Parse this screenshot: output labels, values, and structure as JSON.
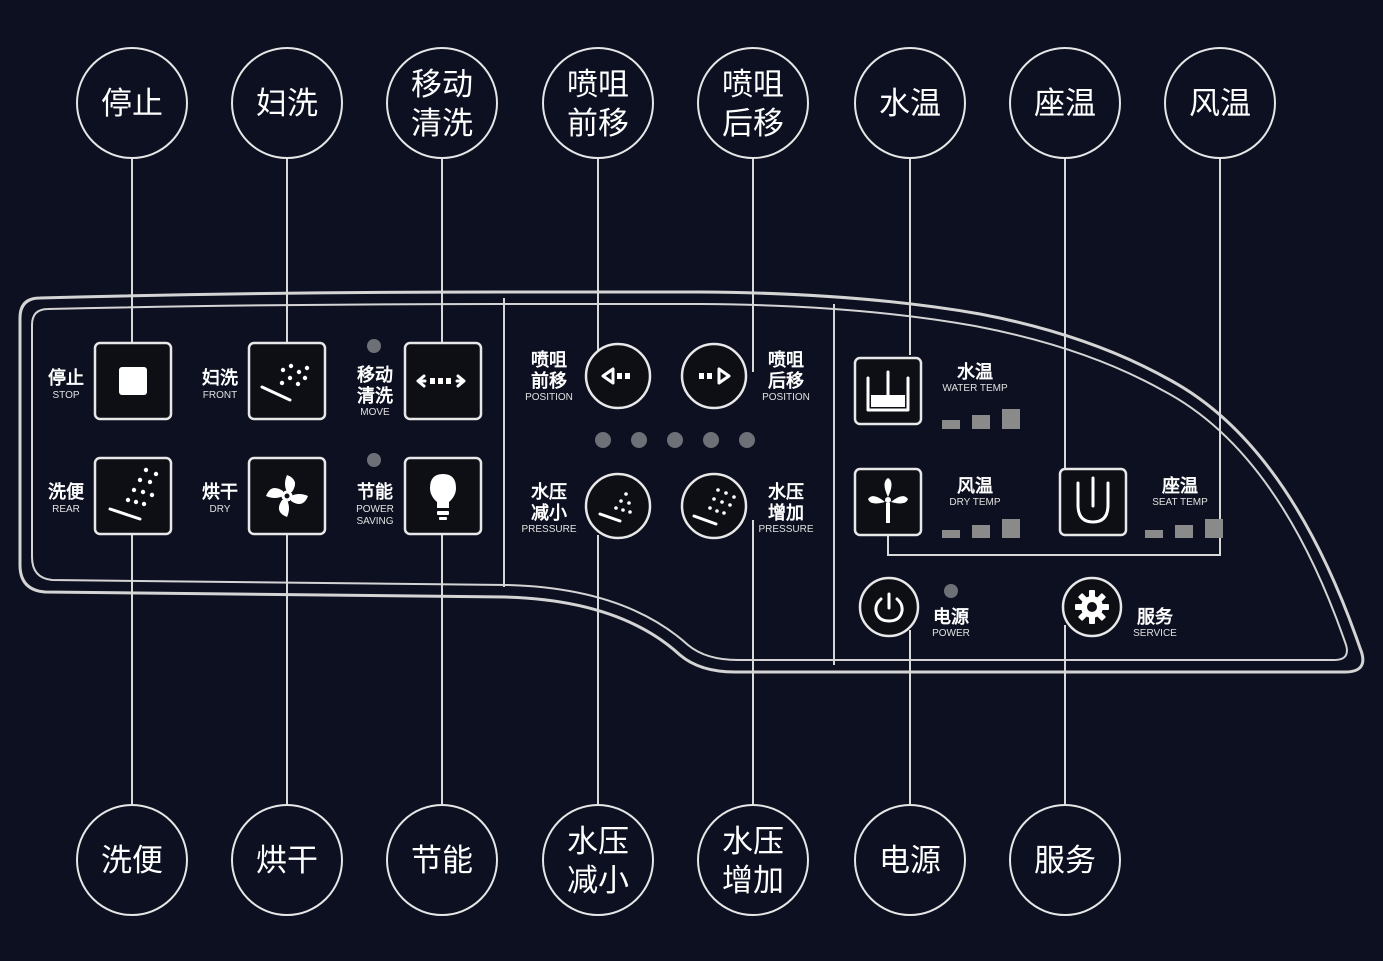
{
  "callouts_top": [
    {
      "id": "stop",
      "lines": [
        "停止"
      ]
    },
    {
      "id": "front",
      "lines": [
        "妇洗"
      ]
    },
    {
      "id": "move",
      "lines": [
        "移动",
        "清洗"
      ]
    },
    {
      "id": "nozzle-forward",
      "lines": [
        "喷咀",
        "前移"
      ]
    },
    {
      "id": "nozzle-back",
      "lines": [
        "喷咀",
        "后移"
      ]
    },
    {
      "id": "water-temp",
      "lines": [
        "水温"
      ]
    },
    {
      "id": "seat-temp",
      "lines": [
        "座温"
      ]
    },
    {
      "id": "dry-temp",
      "lines": [
        "风温"
      ]
    }
  ],
  "callouts_bottom": [
    {
      "id": "rear",
      "lines": [
        "洗便"
      ]
    },
    {
      "id": "dry",
      "lines": [
        "烘干"
      ]
    },
    {
      "id": "power-saving",
      "lines": [
        "节能"
      ]
    },
    {
      "id": "pressure-down",
      "lines": [
        "水压",
        "减小"
      ]
    },
    {
      "id": "pressure-up",
      "lines": [
        "水压",
        "增加"
      ]
    },
    {
      "id": "power",
      "lines": [
        "电源"
      ]
    },
    {
      "id": "service",
      "lines": [
        "服务"
      ]
    }
  ],
  "panel": {
    "buttons": [
      {
        "id": "stop",
        "icon": "stop-square-icon",
        "cn": [
          "停止"
        ],
        "en": [
          "STOP"
        ]
      },
      {
        "id": "front",
        "icon": "front-wash-icon",
        "cn": [
          "妇洗"
        ],
        "en": [
          "FRONT"
        ]
      },
      {
        "id": "move",
        "icon": "move-arrows-icon",
        "cn": [
          "移动",
          "清洗"
        ],
        "en": [
          "MOVE"
        ]
      },
      {
        "id": "rear",
        "icon": "rear-wash-icon",
        "cn": [
          "洗便"
        ],
        "en": [
          "REAR"
        ]
      },
      {
        "id": "dry",
        "icon": "fan-swirl-icon",
        "cn": [
          "烘干"
        ],
        "en": [
          "DRY"
        ]
      },
      {
        "id": "power-saving",
        "icon": "lightbulb-icon",
        "cn": [
          "节能"
        ],
        "en": [
          "POWER",
          "SAVING"
        ]
      },
      {
        "id": "nozzle-forward",
        "icon": "arrow-left-icon",
        "cn": [
          "喷咀",
          "前移"
        ],
        "en": [
          "POSITION"
        ]
      },
      {
        "id": "nozzle-back",
        "icon": "arrow-right-icon",
        "cn": [
          "喷咀",
          "后移"
        ],
        "en": [
          "POSITION"
        ]
      },
      {
        "id": "pressure-down",
        "icon": "spray-low-icon",
        "cn": [
          "水压",
          "减小"
        ],
        "en": [
          "PRESSURE"
        ]
      },
      {
        "id": "pressure-up",
        "icon": "spray-high-icon",
        "cn": [
          "水压",
          "增加"
        ],
        "en": [
          "PRESSURE"
        ]
      },
      {
        "id": "water-temp",
        "icon": "water-temp-icon",
        "cn": [
          "水温"
        ],
        "en": [
          "WATER TEMP"
        ]
      },
      {
        "id": "dry-temp",
        "icon": "fan-blade-icon",
        "cn": [
          "风温"
        ],
        "en": [
          "DRY TEMP"
        ]
      },
      {
        "id": "seat-temp",
        "icon": "seat-temp-icon",
        "cn": [
          "座温"
        ],
        "en": [
          "SEAT TEMP"
        ]
      },
      {
        "id": "power",
        "icon": "power-icon",
        "cn": [
          "电源"
        ],
        "en": [
          "POWER"
        ]
      },
      {
        "id": "service",
        "icon": "gear-icon",
        "cn": [
          "服务"
        ],
        "en": [
          "SERVICE"
        ]
      }
    ],
    "pressure_level_leds": 5,
    "temp_levels": 3
  },
  "colors": {
    "background": "#0c1020",
    "line": "#e6e6e6",
    "led": "#6e7078"
  }
}
